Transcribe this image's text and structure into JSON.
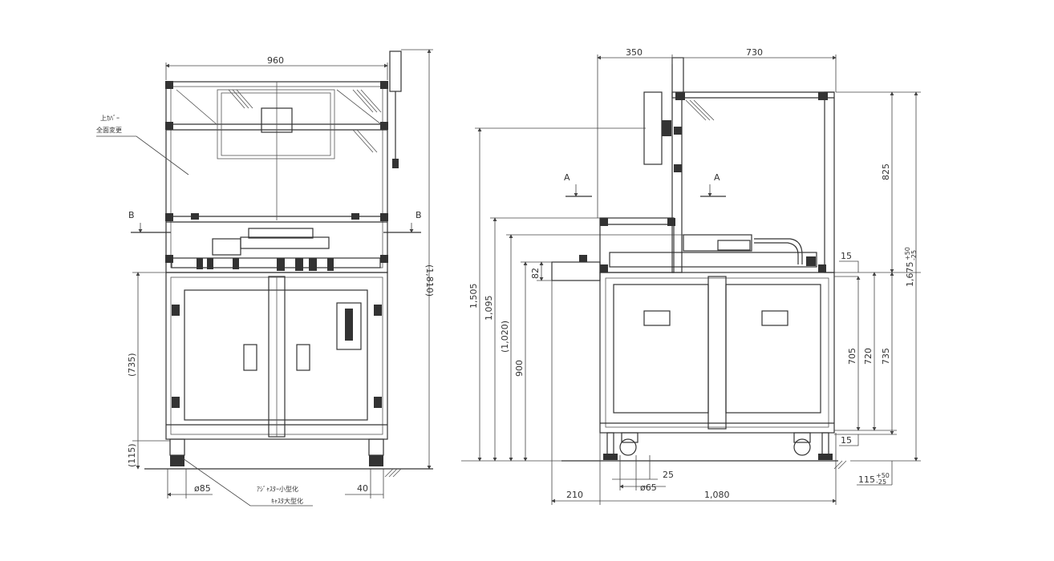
{
  "front_view": {
    "width_dim": "960",
    "height_dim": "(1,810)",
    "cabinet_dim": "(735)",
    "adjuster_dim": "(115)",
    "foot_dia": "ø85",
    "foot_offset": "40",
    "section_mark_left": "B",
    "section_mark_right": "B",
    "note_cover": [
      "上ｶﾊﾞｰ",
      "全面変更"
    ],
    "note_adjuster": [
      "ｱｼﾞｬｽﾀｰ小型化",
      "ｷｬｽﾀ大型化"
    ]
  },
  "side_view": {
    "dim_350": "350",
    "dim_730": "730",
    "dim_1505": "1,505",
    "dim_1095": "1,095",
    "dim_1020": "(1,020)",
    "dim_900": "900",
    "dim_82": "82",
    "dim_825": "825",
    "dim_1675": "1,675",
    "dim_1675_tol_plus": "+50",
    "dim_1675_tol_minus": "-25",
    "dim_705": "705",
    "dim_720": "720",
    "dim_735": "735",
    "dim_15_top": "15",
    "dim_15_bottom": "15",
    "dim_115": "115",
    "dim_115_tol_plus": "+50",
    "dim_115_tol_minus": "-25",
    "dim_210": "210",
    "dim_1080": "1,080",
    "caster_dia": "ø65",
    "caster_offset": "25",
    "section_mark_left": "A",
    "section_mark_right": "A"
  }
}
